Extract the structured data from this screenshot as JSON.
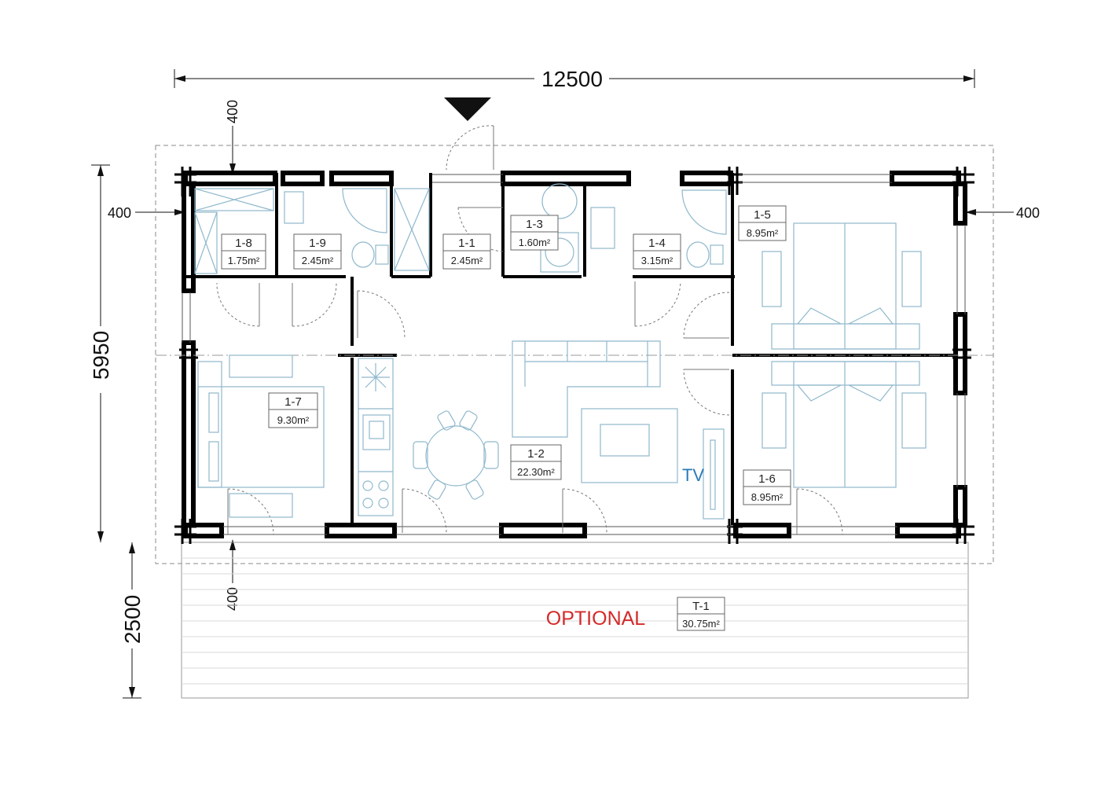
{
  "dimensions": {
    "width_total": "12500",
    "depth_total": "5950",
    "terrace_depth": "2500",
    "wall_left": "400",
    "wall_right": "400",
    "wall_top": "400",
    "wall_bottom": "400"
  },
  "rooms": [
    {
      "id": "1-8",
      "area": "1.75m²"
    },
    {
      "id": "1-9",
      "area": "2.45m²"
    },
    {
      "id": "1-1",
      "area": "2.45m²"
    },
    {
      "id": "1-3",
      "area": "1.60m²"
    },
    {
      "id": "1-4",
      "area": "3.15m²"
    },
    {
      "id": "1-5",
      "area": "8.95m²"
    },
    {
      "id": "1-7",
      "area": "9.30m²"
    },
    {
      "id": "1-2",
      "area": "22.30m²"
    },
    {
      "id": "1-6",
      "area": "8.95m²"
    }
  ],
  "terrace": {
    "id": "T-1",
    "area": "30.75m²",
    "note": "OPTIONAL"
  },
  "tv_label": "TV",
  "colors": {
    "wall": "#000000",
    "furniture": "#8fb8cc",
    "optional": "#d42a2a",
    "tv": "#2a7ab8"
  }
}
